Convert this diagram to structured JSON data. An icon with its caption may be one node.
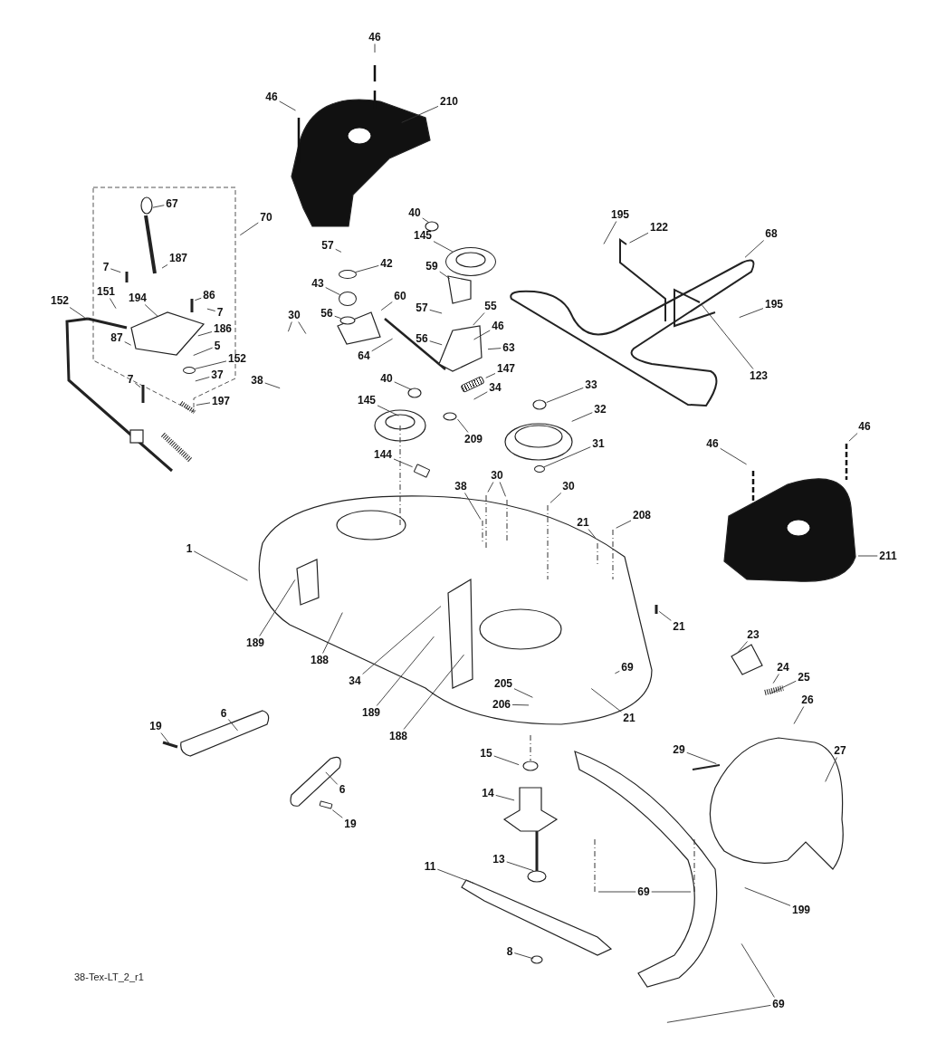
{
  "diagram": {
    "nodes": [
      {
        "text": [
          "46"
        ]
      },
      {
        "text": [
          "46"
        ]
      },
      {
        "text": [
          "210"
        ]
      },
      {
        "text": [
          "67"
        ]
      },
      {
        "text": [
          "70"
        ]
      },
      {
        "text": [
          "40"
        ]
      },
      {
        "text": [
          "195"
        ]
      },
      {
        "text": [
          "122"
        ]
      },
      {
        "text": [
          "68"
        ]
      },
      {
        "text": [
          "57"
        ]
      },
      {
        "text": [
          "145"
        ]
      },
      {
        "text": [
          "187"
        ]
      },
      {
        "text": [
          "7"
        ]
      },
      {
        "text": [
          "42"
        ]
      },
      {
        "text": [
          "59"
        ]
      },
      {
        "text": [
          "43"
        ]
      },
      {
        "text": [
          "151"
        ]
      },
      {
        "text": [
          "86"
        ]
      },
      {
        "text": [
          "194"
        ]
      },
      {
        "text": [
          "60"
        ]
      },
      {
        "text": [
          "152"
        ]
      },
      {
        "text": [
          "55"
        ]
      },
      {
        "text": [
          "57"
        ]
      },
      {
        "text": [
          "195"
        ]
      },
      {
        "text": [
          "7"
        ]
      },
      {
        "text": [
          "56"
        ]
      },
      {
        "text": [
          "30"
        ]
      },
      {
        "text": [
          "46"
        ]
      },
      {
        "text": [
          "186"
        ]
      },
      {
        "text": [
          "87"
        ]
      },
      {
        "text": [
          "56"
        ]
      },
      {
        "text": [
          "5"
        ]
      },
      {
        "text": [
          "63"
        ]
      },
      {
        "text": [
          "64"
        ]
      },
      {
        "text": [
          "152"
        ]
      },
      {
        "text": [
          "147"
        ]
      },
      {
        "text": [
          "123"
        ]
      },
      {
        "text": [
          "37"
        ]
      },
      {
        "text": [
          "7"
        ]
      },
      {
        "text": [
          "38"
        ]
      },
      {
        "text": [
          "40"
        ]
      },
      {
        "text": [
          "34"
        ]
      },
      {
        "text": [
          "33"
        ]
      },
      {
        "text": [
          "145"
        ]
      },
      {
        "text": [
          "197"
        ]
      },
      {
        "text": [
          "32"
        ]
      },
      {
        "text": [
          "46"
        ]
      },
      {
        "text": [
          "209"
        ]
      },
      {
        "text": [
          "31"
        ]
      },
      {
        "text": [
          "46"
        ]
      },
      {
        "text": [
          "144"
        ]
      },
      {
        "text": [
          "30"
        ]
      },
      {
        "text": [
          "38"
        ]
      },
      {
        "text": [
          "30"
        ]
      },
      {
        "text": [
          "208"
        ]
      },
      {
        "text": [
          "21"
        ]
      },
      {
        "text": [
          "1"
        ]
      },
      {
        "text": [
          "211"
        ]
      },
      {
        "text": [
          "21"
        ]
      },
      {
        "text": [
          "23"
        ]
      },
      {
        "text": [
          "189"
        ]
      },
      {
        "text": [
          "188"
        ]
      },
      {
        "text": [
          "69"
        ]
      },
      {
        "text": [
          "24"
        ]
      },
      {
        "text": [
          "25"
        ]
      },
      {
        "text": [
          "34"
        ]
      },
      {
        "text": [
          "205"
        ]
      },
      {
        "text": [
          "206"
        ]
      },
      {
        "text": [
          "26"
        ]
      },
      {
        "text": [
          "189"
        ]
      },
      {
        "text": [
          "6"
        ]
      },
      {
        "text": [
          "21"
        ]
      },
      {
        "text": [
          "19"
        ]
      },
      {
        "text": [
          "188"
        ]
      },
      {
        "text": [
          "29"
        ]
      },
      {
        "text": [
          "27"
        ]
      },
      {
        "text": [
          "15"
        ]
      },
      {
        "text": [
          "6"
        ]
      },
      {
        "text": [
          "14"
        ]
      },
      {
        "text": [
          "19"
        ]
      },
      {
        "text": [
          "13"
        ]
      },
      {
        "text": [
          "11"
        ]
      },
      {
        "text": [
          "69"
        ]
      },
      {
        "text": [
          "199"
        ]
      },
      {
        "text": [
          "8"
        ]
      },
      {
        "text": [
          "69"
        ]
      },
      {
        "text": [],
        "shape": "circle"
      },
      {
        "text": [],
        "shape": "circle"
      },
      {
        "text": [],
        "shape": "circle"
      },
      {
        "text": [],
        "shape": "circle"
      },
      {
        "text": [],
        "shape": "spring"
      },
      {
        "text": [],
        "shape": "circle"
      },
      {
        "text": [],
        "shape": "box"
      },
      {
        "text": [],
        "shape": "box"
      }
    ],
    "edges": [
      {
        "from": 0,
        "to": null,
        "arrow": "none"
      },
      {
        "from": 1,
        "to": null,
        "arrow": "none"
      },
      {
        "from": 2,
        "to": null,
        "arrow": "none"
      },
      {
        "from": 3,
        "to": null,
        "arrow": "none"
      },
      {
        "from": 4,
        "to": null,
        "arrow": "none"
      },
      {
        "from": 5,
        "to": null,
        "arrow": "none"
      },
      {
        "from": 6,
        "to": null,
        "arrow": "none"
      },
      {
        "from": 7,
        "to": null,
        "arrow": "none"
      },
      {
        "from": 8,
        "to": null,
        "arrow": "none"
      },
      {
        "from": 9,
        "to": null,
        "arrow": "none"
      },
      {
        "from": 10,
        "to": 86,
        "arrow": "none"
      },
      {
        "from": 11,
        "to": null,
        "arrow": "none"
      },
      {
        "from": 12,
        "to": null,
        "arrow": "none"
      },
      {
        "from": 13,
        "to": 87,
        "arrow": "none"
      },
      {
        "from": 14,
        "to": null,
        "arrow": "none"
      },
      {
        "from": 15,
        "to": 88,
        "arrow": "none"
      },
      {
        "from": 16,
        "to": null,
        "arrow": "none"
      },
      {
        "from": 17,
        "to": null,
        "arrow": "none"
      },
      {
        "from": 18,
        "to": null,
        "arrow": "none"
      },
      {
        "from": 19,
        "to": null,
        "arrow": "none"
      },
      {
        "from": 20,
        "to": null,
        "arrow": "none"
      },
      {
        "from": 21,
        "to": null,
        "arrow": "none"
      },
      {
        "from": 22,
        "to": null,
        "arrow": "none"
      },
      {
        "from": 23,
        "to": null,
        "arrow": "none"
      },
      {
        "from": 24,
        "to": null,
        "arrow": "none"
      },
      {
        "from": 25,
        "to": null,
        "arrow": "none"
      },
      {
        "from": 26,
        "to": null,
        "arrow": "none"
      },
      {
        "from": 26,
        "to": null,
        "arrow": "none"
      },
      {
        "from": 27,
        "to": null,
        "arrow": "none"
      },
      {
        "from": 28,
        "to": null,
        "arrow": "none"
      },
      {
        "from": 29,
        "to": null,
        "arrow": "none"
      },
      {
        "from": 30,
        "to": null,
        "arrow": "none"
      },
      {
        "from": 31,
        "to": null,
        "arrow": "none"
      },
      {
        "from": 32,
        "to": null,
        "arrow": "none"
      },
      {
        "from": 33,
        "to": null,
        "arrow": "none"
      },
      {
        "from": 34,
        "to": 89,
        "arrow": "none"
      },
      {
        "from": 35,
        "to": 90,
        "arrow": "none"
      },
      {
        "from": 36,
        "to": null,
        "arrow": "none"
      },
      {
        "from": 37,
        "to": null,
        "arrow": "none"
      },
      {
        "from": 38,
        "to": null,
        "arrow": "none"
      },
      {
        "from": 39,
        "to": null,
        "arrow": "none"
      },
      {
        "from": 40,
        "to": null,
        "arrow": "none"
      },
      {
        "from": 41,
        "to": null,
        "arrow": "none"
      },
      {
        "from": 42,
        "to": null,
        "arrow": "none"
      },
      {
        "from": 43,
        "to": null,
        "arrow": "none"
      },
      {
        "from": 44,
        "to": null,
        "arrow": "none"
      },
      {
        "from": 45,
        "to": null,
        "arrow": "none"
      },
      {
        "from": 46,
        "to": null,
        "arrow": "none"
      },
      {
        "from": 47,
        "to": null,
        "arrow": "none"
      },
      {
        "from": 48,
        "to": 91,
        "arrow": "none"
      },
      {
        "from": 49,
        "to": null,
        "arrow": "none"
      },
      {
        "from": 50,
        "to": 93,
        "arrow": "none"
      },
      {
        "from": 51,
        "to": null,
        "arrow": "none"
      },
      {
        "from": 51,
        "to": null,
        "arrow": "none"
      },
      {
        "from": 52,
        "to": null,
        "arrow": "none"
      },
      {
        "from": 53,
        "to": null,
        "arrow": "none"
      },
      {
        "from": 54,
        "to": null,
        "arrow": "none"
      },
      {
        "from": 55,
        "to": null,
        "arrow": "none"
      },
      {
        "from": 56,
        "to": null,
        "arrow": "none"
      },
      {
        "from": 57,
        "to": null,
        "arrow": "none"
      },
      {
        "from": 58,
        "to": null,
        "arrow": "none"
      },
      {
        "from": 59,
        "to": null,
        "arrow": "none"
      },
      {
        "from": 60,
        "to": null,
        "arrow": "none"
      },
      {
        "from": 61,
        "to": null,
        "arrow": "none"
      },
      {
        "from": 62,
        "to": null,
        "arrow": "none"
      },
      {
        "from": 63,
        "to": null,
        "arrow": "none"
      },
      {
        "from": 64,
        "to": null,
        "arrow": "none"
      },
      {
        "from": 65,
        "to": null,
        "arrow": "none"
      },
      {
        "from": 66,
        "to": null,
        "arrow": "none"
      },
      {
        "from": 67,
        "to": null,
        "arrow": "none"
      },
      {
        "from": 68,
        "to": null,
        "arrow": "none"
      },
      {
        "from": 69,
        "to": null,
        "arrow": "none"
      },
      {
        "from": 70,
        "to": null,
        "arrow": "none"
      },
      {
        "from": 71,
        "to": null,
        "arrow": "none"
      },
      {
        "from": 72,
        "to": null,
        "arrow": "none"
      },
      {
        "from": 73,
        "to": null,
        "arrow": "none"
      },
      {
        "from": 74,
        "to": null,
        "arrow": "none"
      },
      {
        "from": 75,
        "to": null,
        "arrow": "none"
      },
      {
        "from": 76,
        "to": null,
        "arrow": "none"
      },
      {
        "from": 77,
        "to": null,
        "arrow": "none"
      },
      {
        "from": 78,
        "to": null,
        "arrow": "none"
      },
      {
        "from": 79,
        "to": 92,
        "arrow": "none"
      },
      {
        "from": 80,
        "to": null,
        "arrow": "none"
      },
      {
        "from": 81,
        "to": null,
        "arrow": "none"
      },
      {
        "from": 82,
        "to": null,
        "arrow": "none"
      },
      {
        "from": 82,
        "to": null,
        "arrow": "none"
      },
      {
        "from": 83,
        "to": null,
        "arrow": "none"
      },
      {
        "from": 84,
        "to": null,
        "arrow": "none"
      },
      {
        "from": 85,
        "to": null,
        "arrow": "none"
      },
      {
        "from": 85,
        "to": null,
        "arrow": "none"
      }
    ],
    "labels": [
      "38-Tex-LT_2_r1"
    ]
  }
}
